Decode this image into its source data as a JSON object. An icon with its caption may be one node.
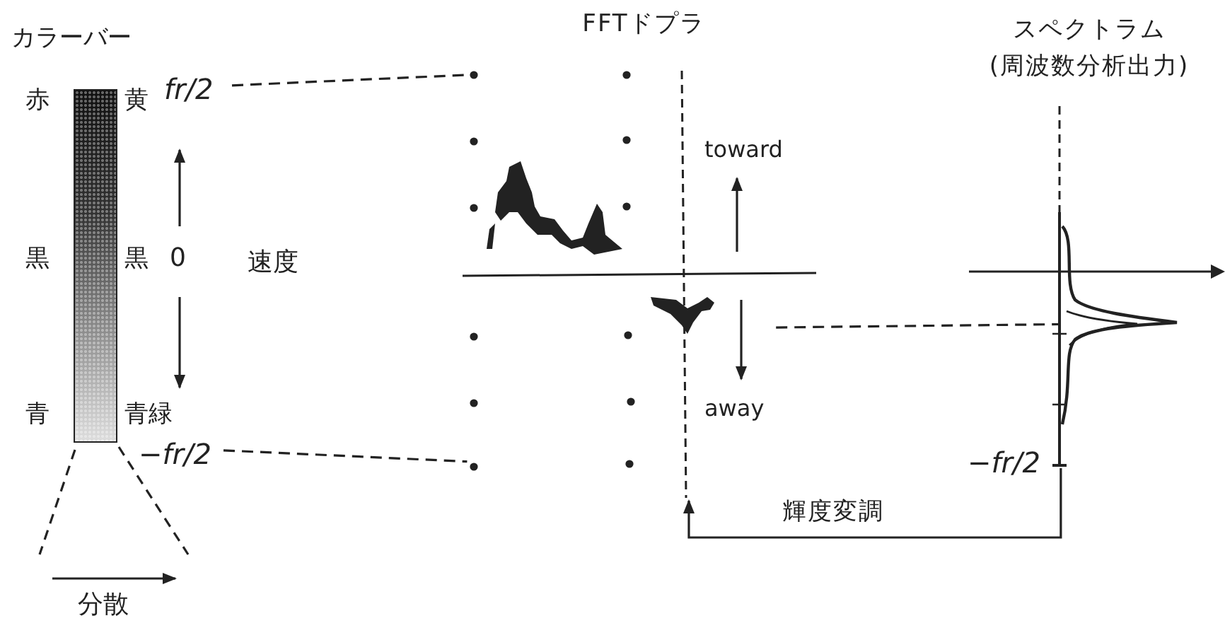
{
  "diagram": {
    "nodes": [
      {
        "text": [],
        "shape": "bar"
      },
      {
        "text": [
          "FFTドプラ"
        ]
      },
      {
        "text": [
          "スペクトラム (周波数分析出力)"
        ]
      },
      {
        "text": [
          "fr/2"
        ]
      },
      {
        "text": [
          "−fr/2"
        ]
      }
    ],
    "edges": [
      {
        "from": 3,
        "to": 1,
        "arrow": "none",
        "style": "dashed"
      },
      {
        "from": 4,
        "to": 1,
        "arrow": "none",
        "style": "dashed"
      },
      {
        "from": 1,
        "to": 2,
        "arrow": "none",
        "style": "dashed"
      },
      {
        "from": 2,
        "to": 1,
        "arrow": "to",
        "label": "輝度変調"
      }
    ],
    "labels": [
      "カラーバー",
      "赤",
      "黄",
      "黒",
      "黒",
      "0",
      "速度",
      "青",
      "青緑",
      "分散",
      "toward",
      "away",
      "−fr/2"
    ]
  }
}
